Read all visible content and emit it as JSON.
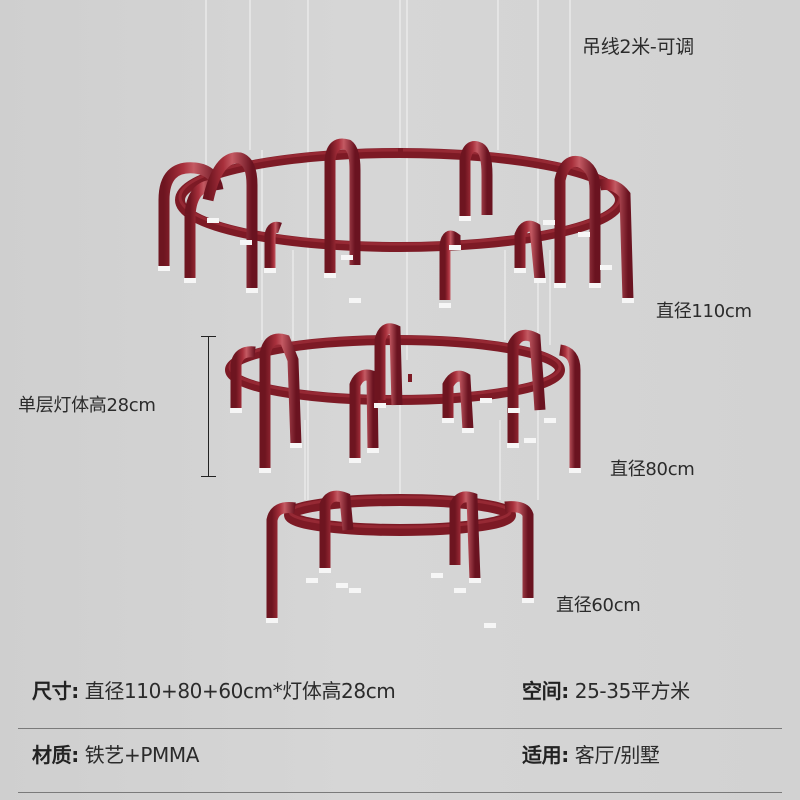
{
  "annotations": {
    "cable_length": "吊线2米-可调",
    "diameter_top": "直径110cm",
    "diameter_middle": "直径80cm",
    "diameter_bottom": "直径60cm",
    "layer_height": "单层灯体高28cm"
  },
  "product": {
    "tiers": 3,
    "color": "#8e1f2c",
    "light_tip_color": "#f4f4f4",
    "background": "#d0d0d0"
  },
  "specs": [
    {
      "left": {
        "key": "尺寸:",
        "value": "直径110+80+60cm*灯体高28cm"
      },
      "right": {
        "key": "空间:",
        "value": "25-35平方米"
      }
    },
    {
      "left": {
        "key": "材质:",
        "value": "铁艺+PMMA"
      },
      "right": {
        "key": "适用:",
        "value": "客厅/别墅"
      }
    }
  ]
}
